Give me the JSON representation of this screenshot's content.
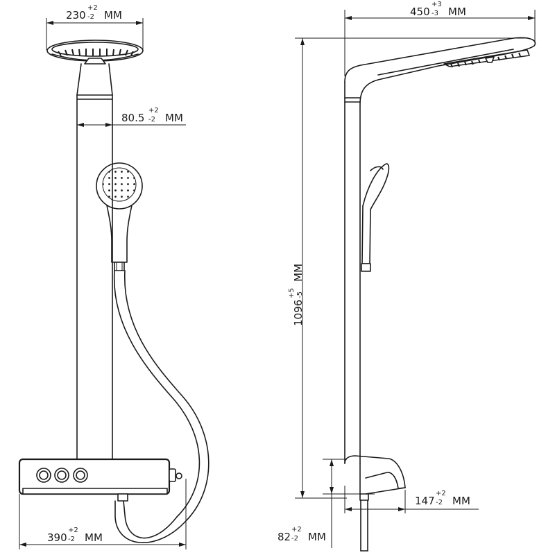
{
  "dimensions": {
    "head_width": {
      "value": "230",
      "tol_plus": "+2",
      "tol_minus": "-2",
      "unit": "MM"
    },
    "pipe_width": {
      "value": "80.5",
      "tol_plus": "+2",
      "tol_minus": "-2",
      "unit": "MM"
    },
    "shelf_width": {
      "value": "390",
      "tol_plus": "+2",
      "tol_minus": "-2",
      "unit": "MM"
    },
    "arm_reach": {
      "value": "450",
      "tol_plus": "+3",
      "tol_minus": "-3",
      "unit": "MM"
    },
    "total_height": {
      "value": "1096",
      "tol_plus": "+5",
      "tol_minus": "-5",
      "unit": "MM"
    },
    "spout_reach": {
      "value": "147",
      "tol_plus": "+2",
      "tol_minus": "-2",
      "unit": "MM"
    },
    "shelf_height": {
      "value": "82",
      "tol_plus": "+2",
      "tol_minus": "-2",
      "unit": "MM"
    }
  }
}
